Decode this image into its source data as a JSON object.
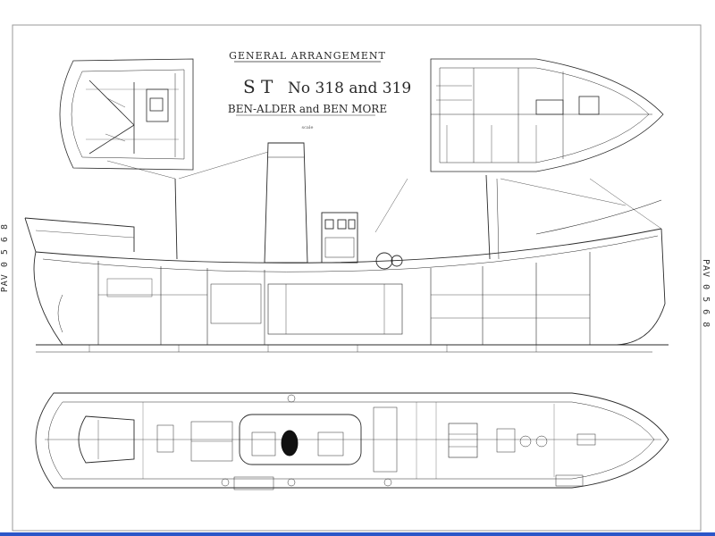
{
  "title_block": {
    "heading": "GENERAL ARRANGEMENT",
    "vessel_prefix": "S T",
    "vessel_numbers": "No 318 and 319",
    "vessel_names": "BEN-ALDER and BEN MORE",
    "scale_note": "scale"
  },
  "margin_stamps": {
    "left": "PAV 0 5 6 8",
    "right": "PAV 0 5 6 8"
  },
  "colors": {
    "ink": "#2a2a2a",
    "paper": "#ffffff",
    "bottom_bar": "#2b56c8"
  }
}
